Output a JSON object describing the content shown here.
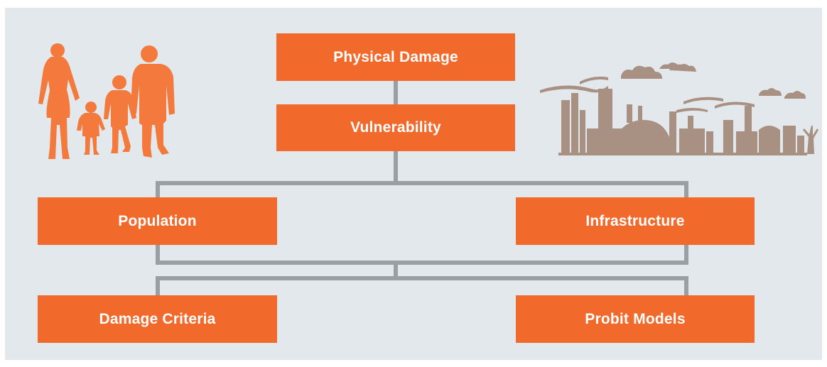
{
  "colors": {
    "background": "#e2e8ec",
    "box": "#f26a2b",
    "connector": "#9b9fa3",
    "family_silhouette": "#f37a3c",
    "industry_silhouette": "#a89082"
  },
  "nodes": {
    "physical_damage": "Physical Damage",
    "vulnerability": "Vulnerability",
    "population": "Population",
    "infrastructure": "Infrastructure",
    "damage_criteria": "Damage Criteria",
    "probit_models": "Probit Models"
  },
  "illustrations": {
    "left": "family-silhouette-icon",
    "right": "industrial-plant-silhouette-icon"
  }
}
